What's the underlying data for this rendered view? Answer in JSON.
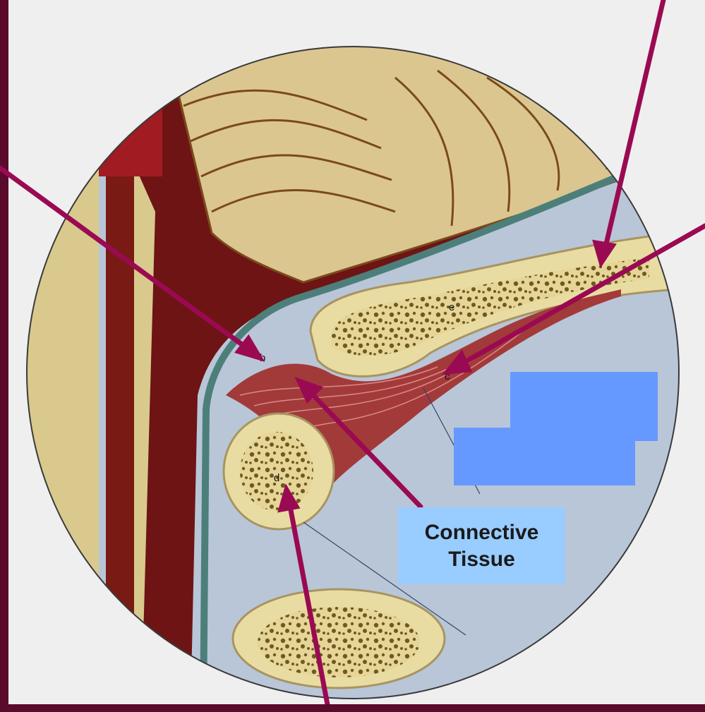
{
  "labels": {
    "connective_tissue": [
      "Connective",
      "Tissue"
    ],
    "markers": {
      "b": "b",
      "c": "c",
      "d": "d",
      "e": "e"
    }
  },
  "colors": {
    "arrow": "#9a0a52",
    "border": "#5a0a2a",
    "label_box": "#99ccff",
    "cover_box": "#6699ff",
    "skin": "#a01c22",
    "muscle_dark": "#6e1414",
    "bone": "#e9dca2",
    "periosteum": "#4d7f7a",
    "fluid_space": "#b7c5d8"
  }
}
